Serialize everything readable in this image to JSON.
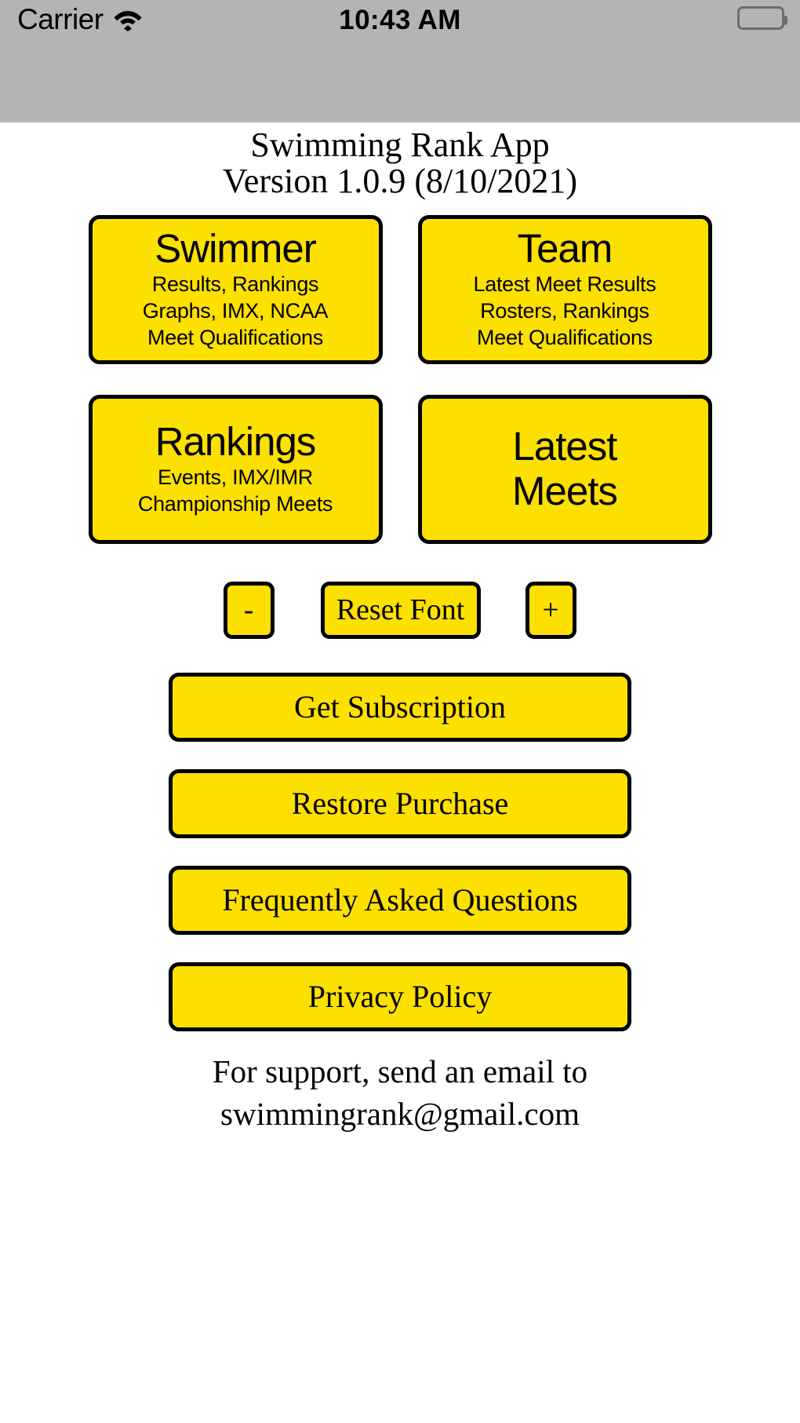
{
  "status_bar": {
    "carrier": "Carrier",
    "wifi_icon": "wifi-icon",
    "time": "10:43 AM",
    "battery_icon": "battery-full-icon"
  },
  "header": {
    "app_title": "Swimming Rank App",
    "version": "Version 1.0.9 (8/10/2021)"
  },
  "tiles": [
    {
      "title": "Swimmer",
      "sub1": "Results, Rankings",
      "sub2": "Graphs, IMX, NCAA",
      "sub3": "Meet Qualifications"
    },
    {
      "title": "Team",
      "sub1": "Latest Meet Results",
      "sub2": "Rosters, Rankings",
      "sub3": "Meet Qualifications"
    },
    {
      "title": "Rankings",
      "sub1": "Events, IMX/IMR",
      "sub2": "Championship Meets",
      "sub3": ""
    },
    {
      "title_line1": "Latest",
      "title_line2": "Meets",
      "sub1": "",
      "sub2": "",
      "sub3": ""
    }
  ],
  "font_controls": {
    "decrease_label": "-",
    "reset_label": "Reset Font",
    "increase_label": "+"
  },
  "actions": [
    {
      "label": "Get Subscription"
    },
    {
      "label": "Restore Purchase"
    },
    {
      "label": "Frequently Asked Questions"
    },
    {
      "label": "Privacy Policy"
    }
  ],
  "support": {
    "line1": "For support, send an email to",
    "line2": "swimmingrank@gmail.com"
  },
  "colors": {
    "button_yellow": "#FCE000",
    "button_border": "#000000",
    "status_bar_bg": "#b4b4b4",
    "page_bg": "#ffffff",
    "text": "#000000"
  }
}
